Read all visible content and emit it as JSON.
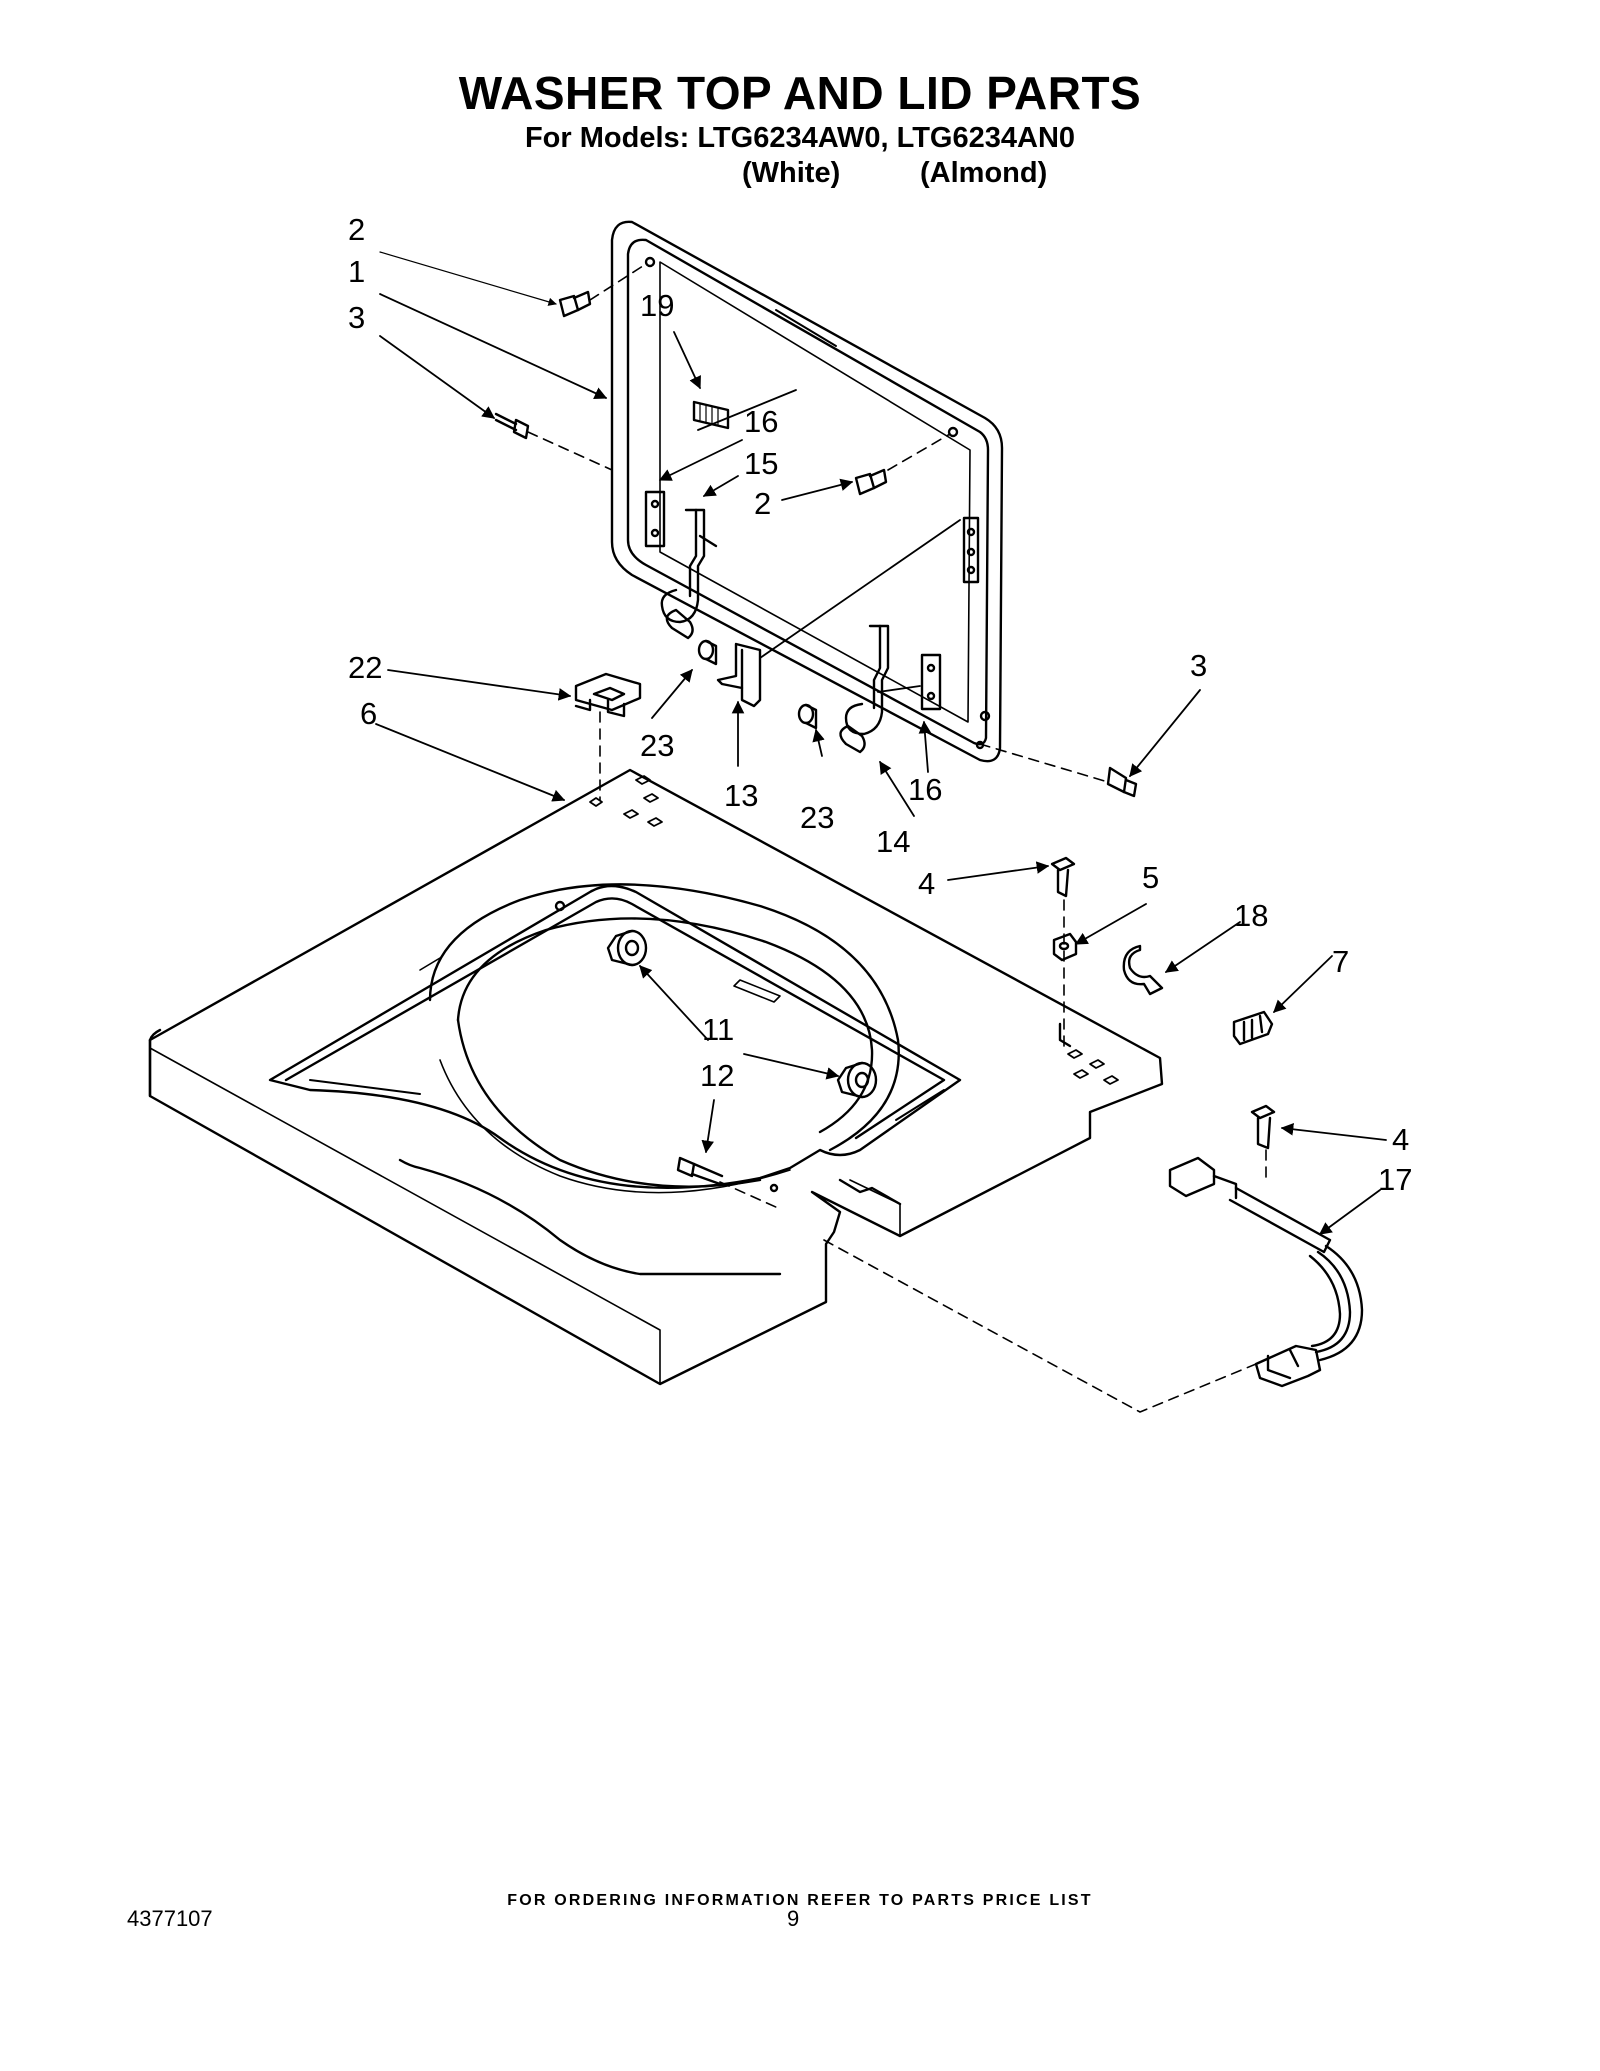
{
  "header": {
    "title": "WASHER TOP AND LID PARTS",
    "models_line": "For Models: LTG6234AW0, LTG6234AN0",
    "color_white": "(White)",
    "color_almond": "(Almond)"
  },
  "callouts": [
    "2",
    "1",
    "3",
    "19",
    "16",
    "15",
    "2",
    "22",
    "6",
    "23",
    "13",
    "23",
    "14",
    "16",
    "3",
    "4",
    "5",
    "18",
    "7",
    "11",
    "12",
    "4",
    "17"
  ],
  "footer": {
    "ordering_note": "FOR ORDERING INFORMATION REFER TO PARTS PRICE LIST",
    "document_number": "4377107",
    "page_number": "9"
  }
}
